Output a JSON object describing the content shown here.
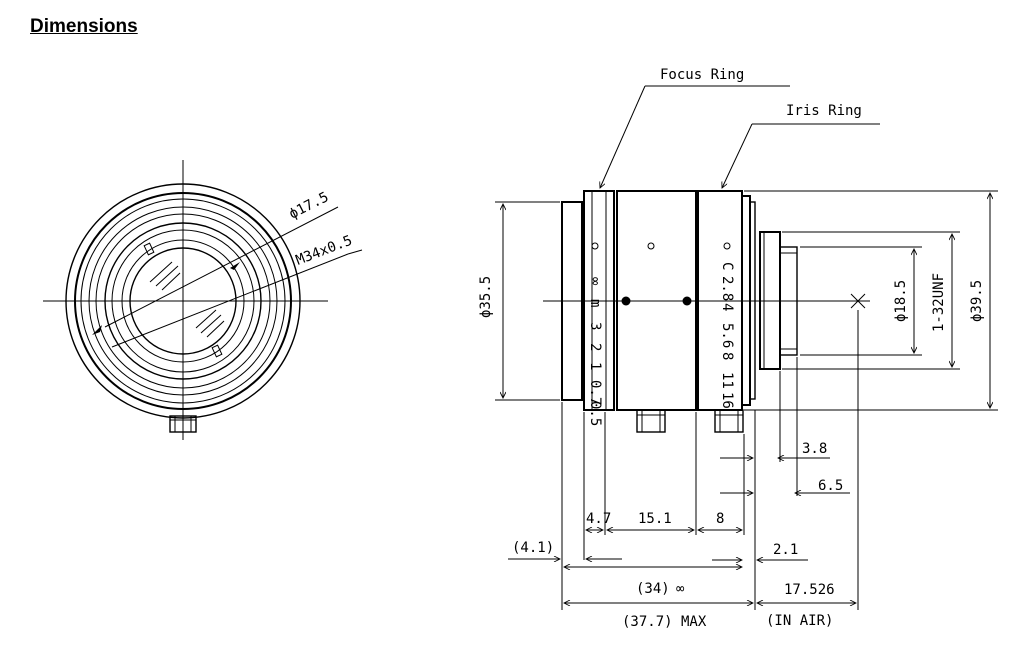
{
  "heading": "Dimensions",
  "callouts": {
    "focus_ring": "Focus Ring",
    "iris_ring": "Iris Ring"
  },
  "front_view": {
    "phi_17_5": "ϕ17.5",
    "thread": "M34x0.5"
  },
  "side_view": {
    "phi_35_5": "ϕ35.5",
    "phi_18_5": "ϕ18.5",
    "thread_unf": "1-32UNF",
    "phi_39_5": "ϕ39.5",
    "focus_scale": [
      "∞",
      "m",
      "3",
      "2",
      "1",
      "0.7",
      "0.5"
    ],
    "iris_scale": [
      "C",
      "2.8",
      "4",
      "5.6",
      "8",
      "11",
      "16"
    ]
  },
  "dimensions": {
    "d_3_8": "3.8",
    "d_6_5": "6.5",
    "d_4_7": "4.7",
    "d_15_1": "15.1",
    "d_8": "8",
    "d_4_1": "(4.1)",
    "d_2_1": "2.1",
    "d_34": "(34)",
    "infinity": "∞",
    "d_17_526": "17.526",
    "d_37_7": "(37.7) MAX",
    "in_air": "(IN AIR)"
  }
}
